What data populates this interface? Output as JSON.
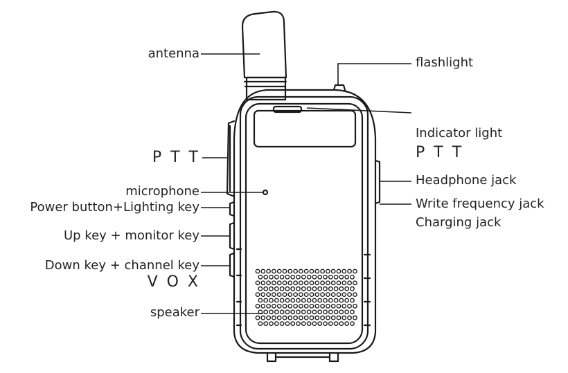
{
  "labels": {
    "antenna": "antenna",
    "flashlight": "flashlight",
    "indicator_light": "Indicator light",
    "ptt_right": "P T T",
    "ptt_left": "P T T",
    "headphone_jack": "Headphone jack",
    "microphone": "microphone",
    "power_button": "Power button+Lighting key",
    "write_frequency_jack": "Write frequency jack",
    "charging_jack": "Charging jack",
    "up_key": "Up key + monitor key",
    "down_key": "Down key + channel key",
    "vox": "V O X",
    "speaker": "speaker"
  },
  "colors": {
    "line": "#1a1a1a",
    "background": "#ffffff"
  }
}
